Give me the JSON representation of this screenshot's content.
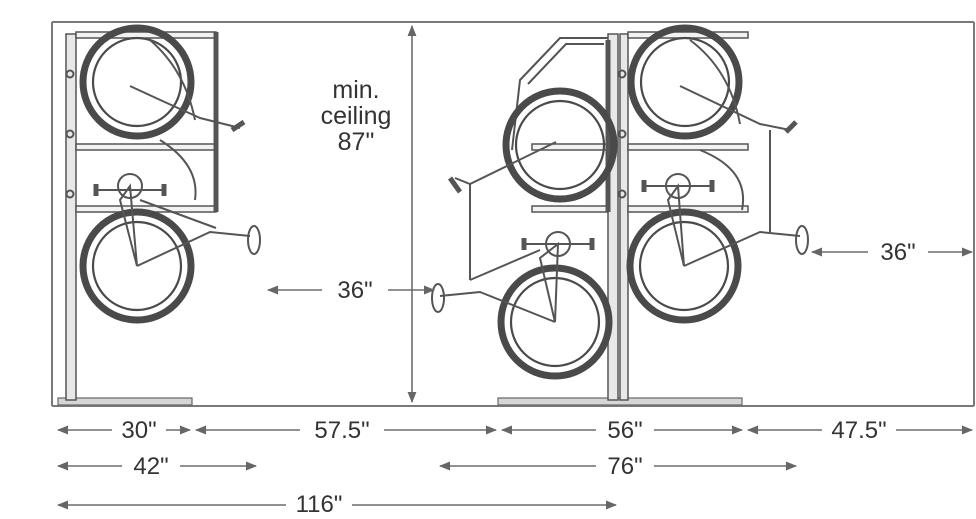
{
  "diagram": {
    "ceiling": {
      "line1": "min.",
      "line2": "ceiling",
      "line3": "87\""
    },
    "clearances": {
      "aisle": "36\"",
      "right": "36\""
    },
    "row1": {
      "rack_depth": "30\"",
      "aisle_width": "57.5\"",
      "double_rack_depth": "56\"",
      "right_gap": "47.5\""
    },
    "row2": {
      "left_overall": "42\"",
      "right_overall": "76\""
    },
    "row3": {
      "total": "116\""
    }
  }
}
